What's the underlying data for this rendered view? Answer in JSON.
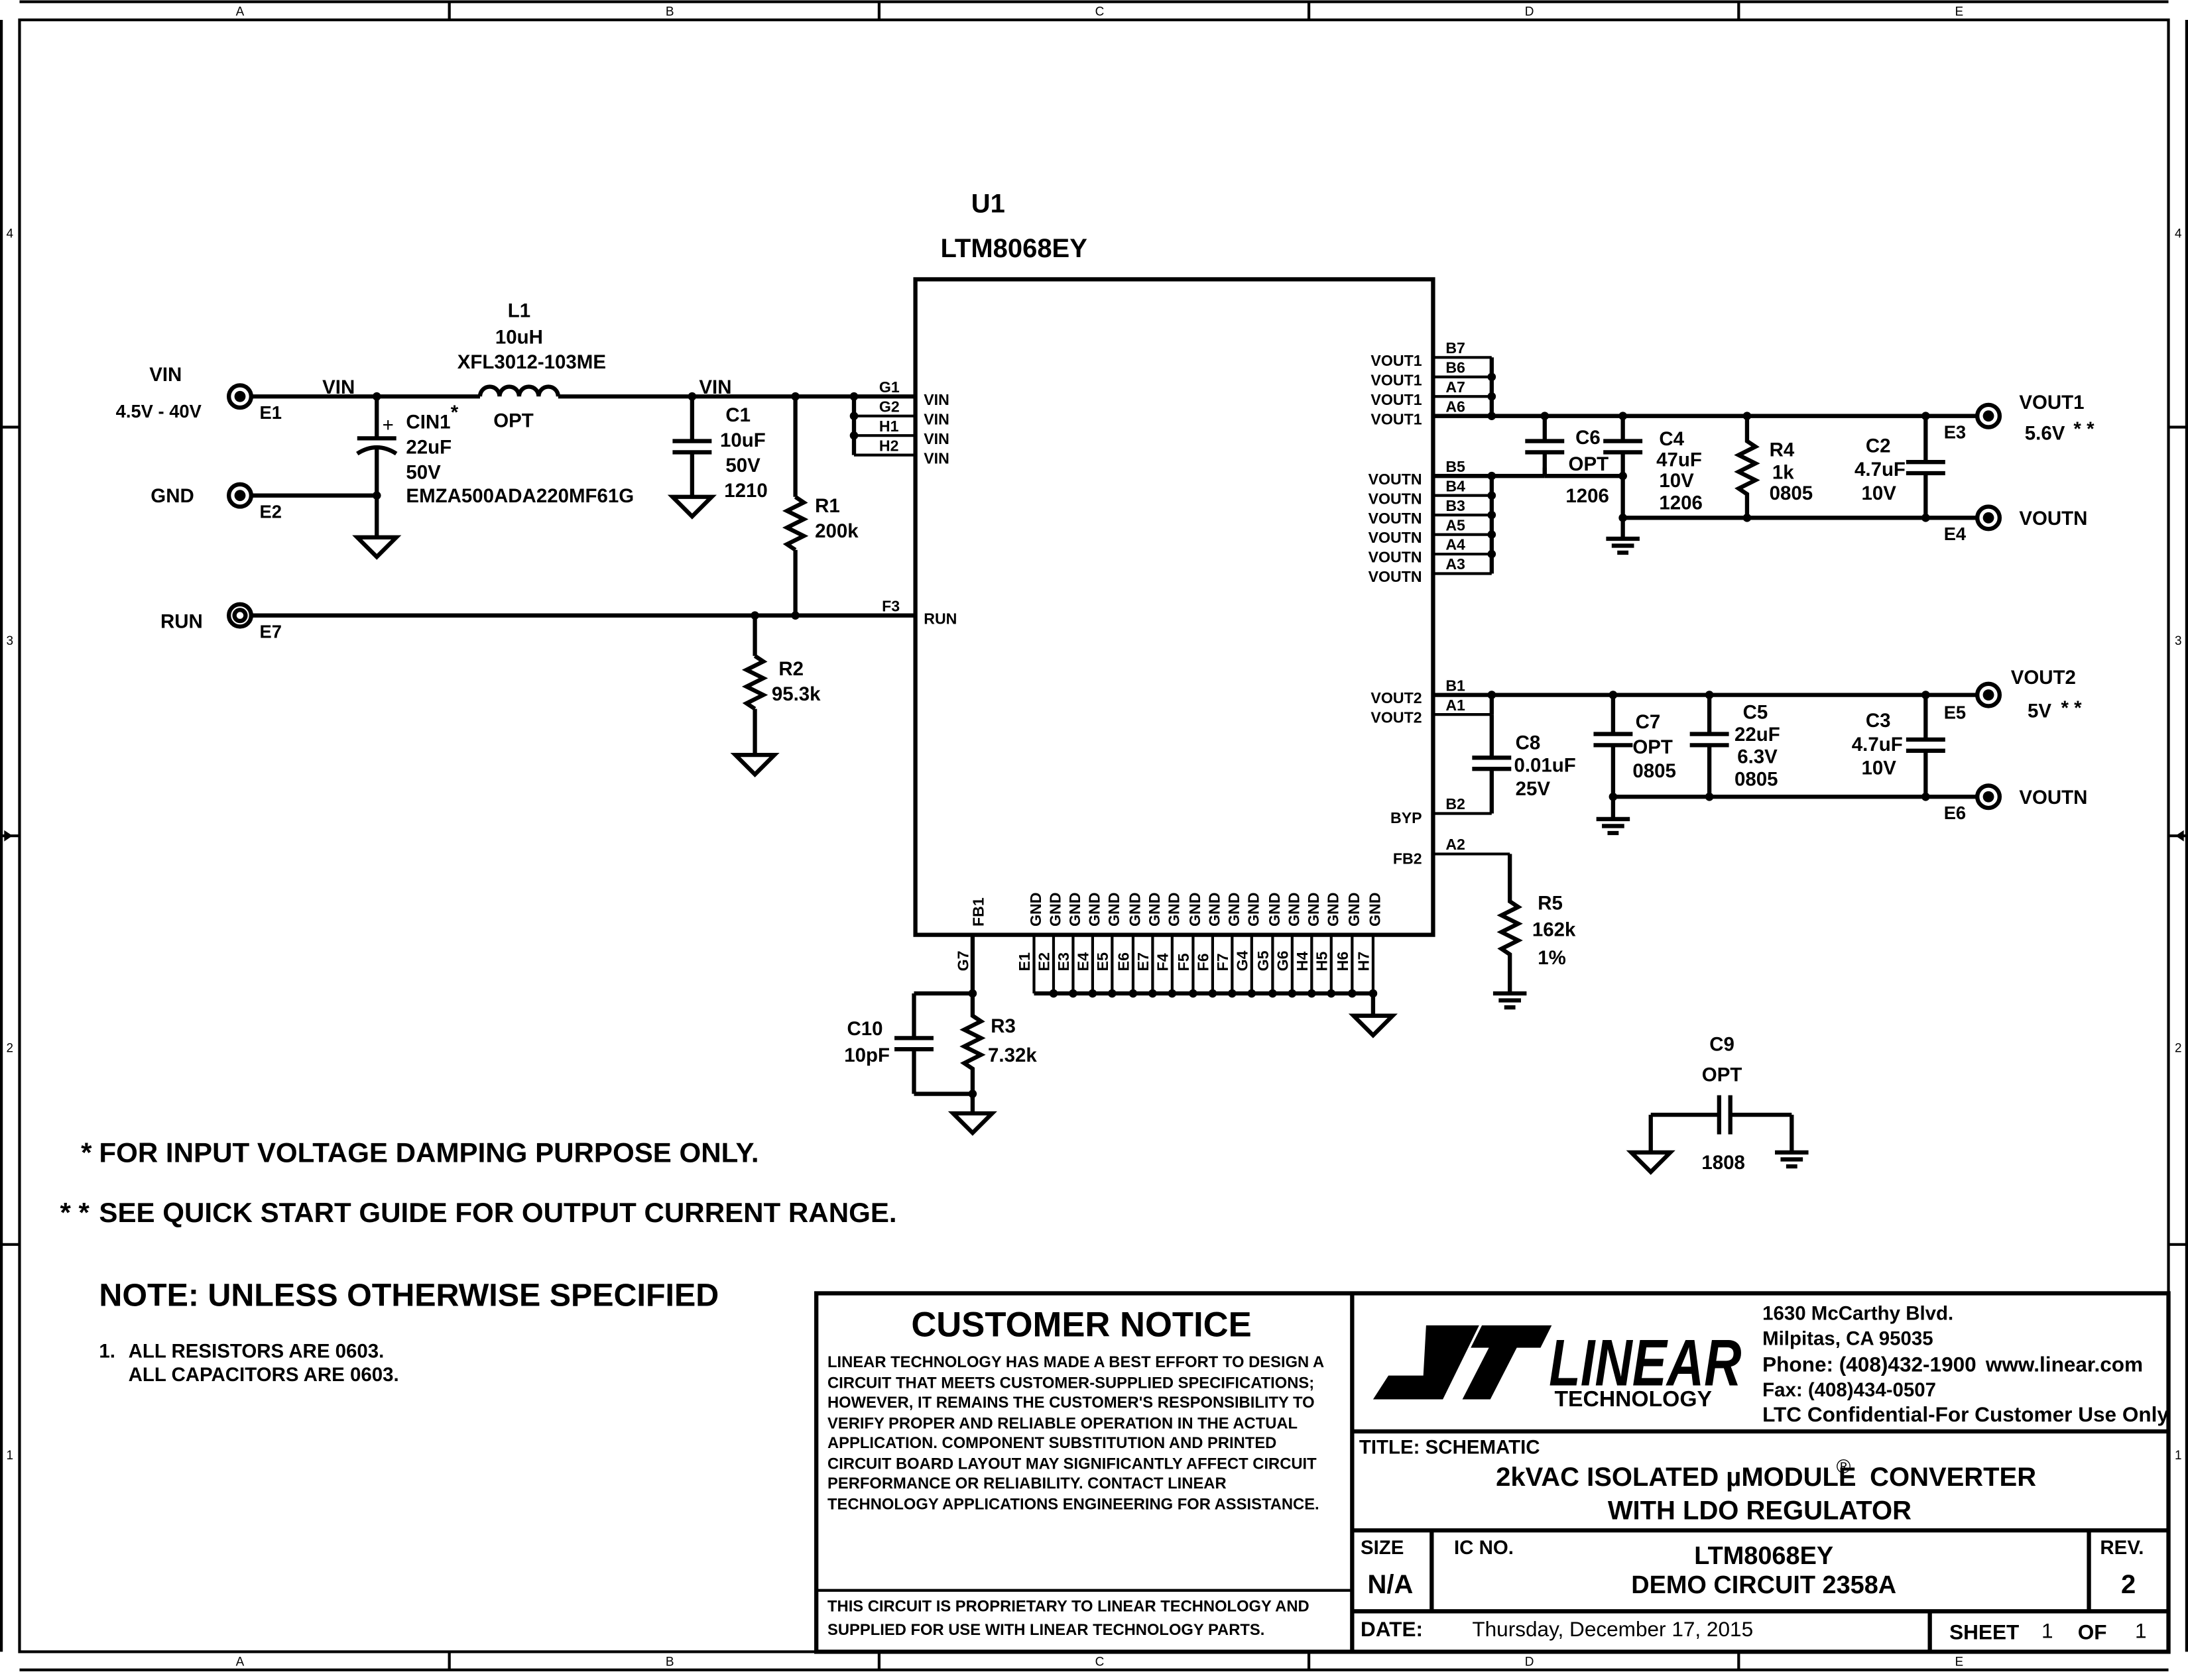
{
  "frame": {
    "col_labels": [
      "A",
      "B",
      "C",
      "D",
      "E"
    ],
    "row_labels": [
      "4",
      "3",
      "2",
      "1"
    ]
  },
  "u1": {
    "ref": "U1",
    "part": "LTM8068EY"
  },
  "pins": {
    "vin_nums": [
      "G1",
      "G2",
      "H1",
      "H2"
    ],
    "vin_name": "VIN",
    "run_num": "F3",
    "run_name": "RUN",
    "vout1_nums": [
      "B7",
      "B6",
      "A7",
      "A6"
    ],
    "vout1_name": "VOUT1",
    "voutn_nums": [
      "B5",
      "B4",
      "B3",
      "A5",
      "A4",
      "A3"
    ],
    "voutn_name": "VOUTN",
    "vout2_nums": [
      "B1",
      "A1"
    ],
    "vout2_name": "VOUT2",
    "byp_num": "B2",
    "byp_name": "BYP",
    "fb2_num": "A2",
    "fb2_name": "FB2",
    "fb1_name": "FB1",
    "fb1_num": "G7",
    "gnd_name": "GND",
    "gnd_nums": [
      "E1",
      "E2",
      "E3",
      "E4",
      "E5",
      "E6",
      "E7",
      "F4",
      "F5",
      "F6",
      "F7",
      "G4",
      "G5",
      "G6",
      "H4",
      "H5",
      "H6",
      "H7"
    ]
  },
  "terminals": {
    "e1": {
      "net": "VIN",
      "range": "4.5V - 40V",
      "ref": "E1"
    },
    "e2": {
      "net": "GND",
      "ref": "E2"
    },
    "e7": {
      "net": "RUN",
      "ref": "E7"
    },
    "e3": {
      "net": "VOUT1",
      "value": "5.6V",
      "mark": "* *",
      "ref": "E3"
    },
    "e4": {
      "net": "VOUTN",
      "ref": "E4"
    },
    "e5": {
      "net": "VOUT2",
      "value": "5V",
      "mark": "* *",
      "ref": "E5"
    },
    "e6": {
      "net": "VOUTN",
      "ref": "E6"
    }
  },
  "nets": {
    "vin_left": "VIN",
    "vin_right": "VIN"
  },
  "components": {
    "cin1": {
      "ref": "CIN1",
      "mark": "*",
      "value": "22uF",
      "voltage": "50V",
      "part": "EMZA500ADA220MF61G",
      "polarity": "+"
    },
    "l1": {
      "ref": "L1",
      "value": "10uH",
      "part": "XFL3012-103ME",
      "opt": "OPT"
    },
    "c1": {
      "ref": "C1",
      "value": "10uF",
      "voltage": "50V",
      "size": "1210"
    },
    "r1": {
      "ref": "R1",
      "value": "200k"
    },
    "r2": {
      "ref": "R2",
      "value": "95.3k"
    },
    "c6": {
      "ref": "C6",
      "value": "OPT",
      "size": "1206"
    },
    "c4": {
      "ref": "C4",
      "value": "47uF",
      "voltage": "10V",
      "size": "1206"
    },
    "r4": {
      "ref": "R4",
      "value": "1k",
      "size": "0805"
    },
    "c2": {
      "ref": "C2",
      "value": "4.7uF",
      "voltage": "10V"
    },
    "c8": {
      "ref": "C8",
      "value": "0.01uF",
      "voltage": "25V"
    },
    "c7": {
      "ref": "C7",
      "value": "OPT",
      "size": "0805"
    },
    "c5": {
      "ref": "C5",
      "value": "22uF",
      "voltage": "6.3V",
      "size": "0805"
    },
    "c3": {
      "ref": "C3",
      "value": "4.7uF",
      "voltage": "10V"
    },
    "r5": {
      "ref": "R5",
      "value": "162k",
      "tolerance": "1%"
    },
    "c10": {
      "ref": "C10",
      "value": "10pF"
    },
    "r3": {
      "ref": "R3",
      "value": "7.32k"
    },
    "c9": {
      "ref": "C9",
      "value": "OPT",
      "size": "1808"
    }
  },
  "notes": {
    "star1": "*",
    "note1": "FOR INPUT VOLTAGE DAMPING PURPOSE ONLY.",
    "star2": "* *",
    "note2": "SEE QUICK START GUIDE FOR OUTPUT CURRENT RANGE.",
    "heading": "NOTE: UNLESS OTHERWISE SPECIFIED",
    "item_num": "1.",
    "line1": "ALL RESISTORS ARE 0603.",
    "line2": "ALL CAPACITORS ARE 0603."
  },
  "notice": {
    "title": "CUSTOMER NOTICE",
    "lines": [
      "LINEAR TECHNOLOGY HAS MADE A BEST EFFORT TO DESIGN A",
      "CIRCUIT THAT MEETS CUSTOMER-SUPPLIED SPECIFICATIONS;",
      "HOWEVER, IT REMAINS THE CUSTOMER'S RESPONSIBILITY TO",
      "VERIFY PROPER AND RELIABLE OPERATION IN THE ACTUAL",
      "APPLICATION.  COMPONENT SUBSTITUTION AND PRINTED",
      "CIRCUIT BOARD LAYOUT MAY SIGNIFICANTLY AFFECT CIRCUIT",
      "PERFORMANCE OR RELIABILITY.  CONTACT LINEAR",
      "TECHNOLOGY APPLICATIONS ENGINEERING FOR ASSISTANCE."
    ],
    "prop_lines": [
      "THIS CIRCUIT IS PROPRIETARY TO LINEAR TECHNOLOGY AND",
      "SUPPLIED FOR USE WITH LINEAR TECHNOLOGY PARTS."
    ]
  },
  "company": {
    "logo_word": "LINEAR",
    "logo_sub": "TECHNOLOGY",
    "address1": "1630 McCarthy Blvd.",
    "address2": "Milpitas, CA 95035",
    "phone": "Phone: (408)432-1900",
    "website": "www.linear.com",
    "fax": "Fax: (408)434-0507",
    "confidential": "LTC Confidential-For Customer Use Only"
  },
  "titleblock": {
    "title_label": "TITLE:  SCHEMATIC",
    "title_line1": "2kVAC ISOLATED µMODULE",
    "title_reg": "®",
    "title_line1b": "CONVERTER",
    "title_line2": "WITH LDO REGULATOR",
    "size_label": "SIZE",
    "size": "N/A",
    "icno_label": "IC NO.",
    "ic": "LTM8068EY",
    "demo": "DEMO CIRCUIT 2358A",
    "rev_label": "REV.",
    "rev": "2",
    "date_label": "DATE:",
    "date": "Thursday, December 17, 2015",
    "sheet_label": "SHEET",
    "sheet": "1",
    "of_label": "OF",
    "of": "1"
  }
}
